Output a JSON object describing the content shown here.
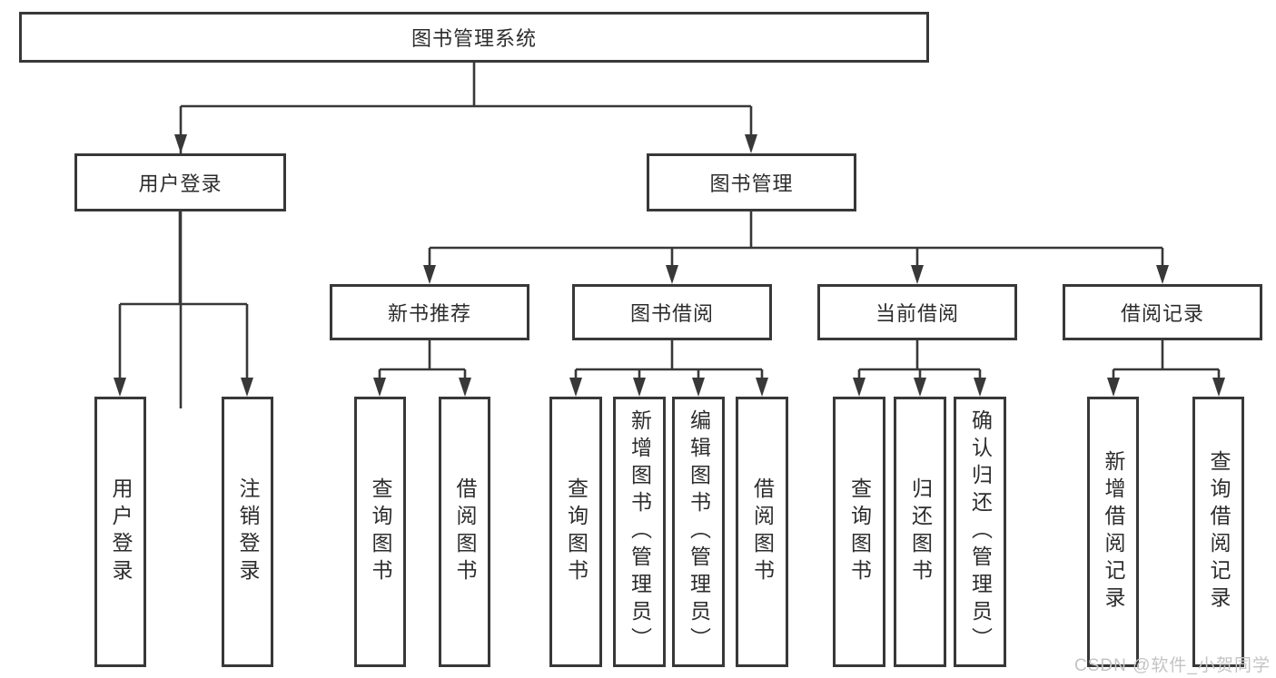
{
  "diagram": {
    "type": "hierarchy-tree",
    "colors": {
      "line": "#383838",
      "box_border": "#383838",
      "text": "#2d2d2d",
      "watermark": "#c4c4c4",
      "background": "#ffffff"
    }
  },
  "nodes": {
    "root": {
      "label": "图书管理系统"
    },
    "user_login": {
      "label": "用户登录"
    },
    "book_mgmt": {
      "label": "图书管理"
    },
    "new_book_rec": {
      "label": "新书推荐"
    },
    "book_borrow": {
      "label": "图书借阅"
    },
    "current_borrow": {
      "label": "当前借阅"
    },
    "borrow_records": {
      "label": "借阅记录"
    },
    "user_login_leaf": {
      "label": "用户登录"
    },
    "logout_leaf": {
      "label": "注销登录"
    },
    "rec_query_books": {
      "label": "查询图书"
    },
    "rec_borrow_books": {
      "label": "借阅图书"
    },
    "bb_query_books": {
      "label": "查询图书"
    },
    "bb_add_books": {
      "label": "新增图书（管理员）"
    },
    "bb_edit_books": {
      "label": "编辑图书（管理员）"
    },
    "bb_borrow_books": {
      "label": "借阅图书"
    },
    "cb_query_books": {
      "label": "查询图书"
    },
    "cb_return_books": {
      "label": "归还图书"
    },
    "cb_confirm_return": {
      "label": "确认归还（管理员）"
    },
    "br_add_record": {
      "label": "新增借阅记录"
    },
    "br_query_record": {
      "label": "查询借阅记录"
    }
  },
  "hierarchy": {
    "root": [
      "user_login",
      "book_mgmt"
    ],
    "user_login": [
      "user_login_leaf",
      "logout_leaf"
    ],
    "book_mgmt": [
      "new_book_rec",
      "book_borrow",
      "current_borrow",
      "borrow_records"
    ],
    "new_book_rec": [
      "rec_query_books",
      "rec_borrow_books"
    ],
    "book_borrow": [
      "bb_query_books",
      "bb_add_books",
      "bb_edit_books",
      "bb_borrow_books"
    ],
    "current_borrow": [
      "cb_query_books",
      "cb_return_books",
      "cb_confirm_return"
    ],
    "borrow_records": [
      "br_add_record",
      "br_query_record"
    ]
  },
  "watermark": {
    "text": "CSDN @软件_小贺同学"
  }
}
